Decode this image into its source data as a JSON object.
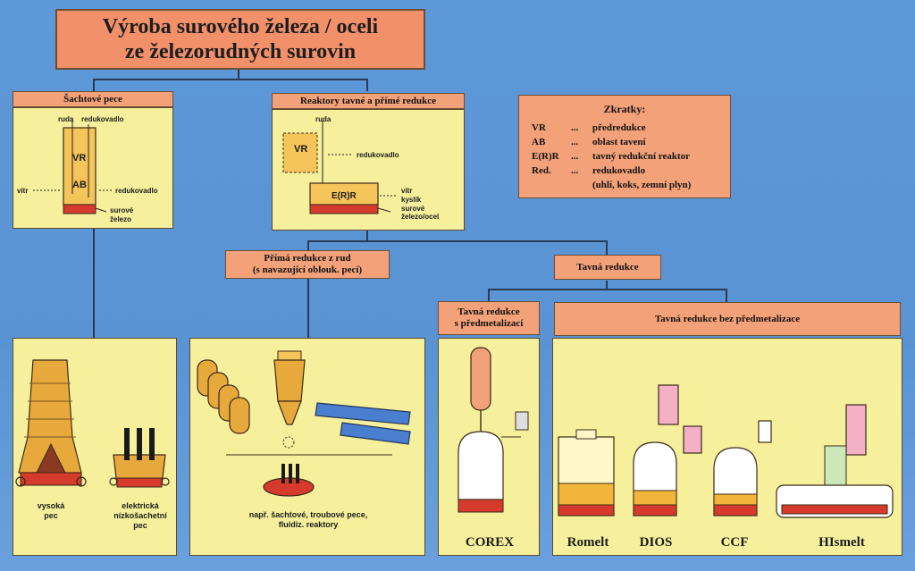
{
  "title": {
    "line1": "Výroba surového železa / oceli",
    "line2": "ze železorudných surovin"
  },
  "categories": {
    "shaft": "Šachtové pece",
    "reactors": "Reaktory tavné a přímé redukce",
    "direct_line1": "Přímá redukce z rud",
    "direct_line2": "(s navazující oblouk. pecí)",
    "smelting": "Tavná redukce",
    "prereduction_line1": "Tavná redukce",
    "prereduction_line2": "s předmetalizací",
    "no_prereduction": "Tavná redukce bez předmetalizace"
  },
  "legend": {
    "title": "Zkratky:",
    "items": [
      {
        "abbr": "VR",
        "dots": "...",
        "desc": "předredukce"
      },
      {
        "abbr": "AB",
        "dots": "...",
        "desc": "oblast tavení"
      },
      {
        "abbr": "E(R)R",
        "dots": "...",
        "desc": "tavný redukční reaktor"
      },
      {
        "abbr": "Red.",
        "dots": "...",
        "desc": "redukovadlo"
      },
      {
        "abbr": "",
        "dots": "",
        "desc": "(uhlí, koks, zemní plyn)"
      }
    ]
  },
  "shaft_diagram": {
    "ruda": "ruda",
    "redukovadlo_top": "redukovadlo",
    "vr": "VR",
    "ab": "AB",
    "vitr": "vítr",
    "redukovadlo_side": "redukovadlo",
    "surove_line1": "surové",
    "surove_line2": "železo"
  },
  "reactor_diagram": {
    "ruda": "ruda",
    "vr": "VR",
    "redukovadlo": "redukovadlo",
    "err": "E(R)R",
    "vitr": "vítr",
    "kyslik": "kyslík",
    "surove_line1": "surové",
    "surove_line2": "železo/ocel"
  },
  "captions": {
    "blast_line1": "vysoká",
    "blast_line2": "pec",
    "electric_line1": "elektrická",
    "electric_line2": "nízkošachetní",
    "electric_line3": "pec",
    "direct_line1": "např. šachtové, troubové pece,",
    "direct_line2": "fluidiz. reaktory",
    "corex": "COREX",
    "romelt": "Romelt",
    "dios": "DIOS",
    "ccf": "CCF",
    "hismelt": "HIsmelt"
  },
  "colors": {
    "background": "#5a95d6",
    "label": "#f3a179",
    "panel": "#f6ef9c",
    "molten": "#d63a2c",
    "slag": "#f2b53a"
  }
}
